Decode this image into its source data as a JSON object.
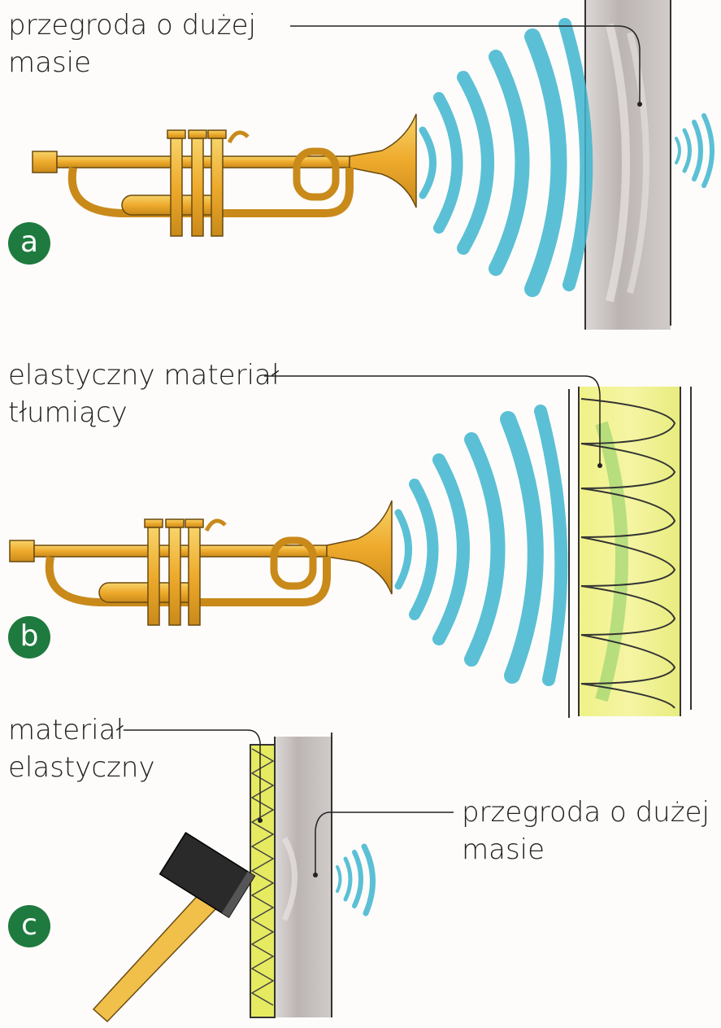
{
  "panels": [
    {
      "badge": "a",
      "label_lines": [
        "przegroda o dużej",
        "masie"
      ]
    },
    {
      "badge": "b",
      "label_lines": [
        "elastyczny materiał",
        "tłumiący"
      ]
    },
    {
      "badge": "c",
      "label1_lines": [
        "materiał",
        "elastyczny"
      ],
      "label2_lines": [
        "przegroda o dużej",
        "masie"
      ]
    }
  ],
  "colors": {
    "wave": "#3fb6cf",
    "brass": "#f0b43a",
    "wall": "#a9a2a0",
    "foam": "#e9ec6a",
    "badge": "#1e7a3e"
  },
  "icons": [
    "trumpet-icon",
    "trumpet-icon",
    "hammer-icon"
  ]
}
